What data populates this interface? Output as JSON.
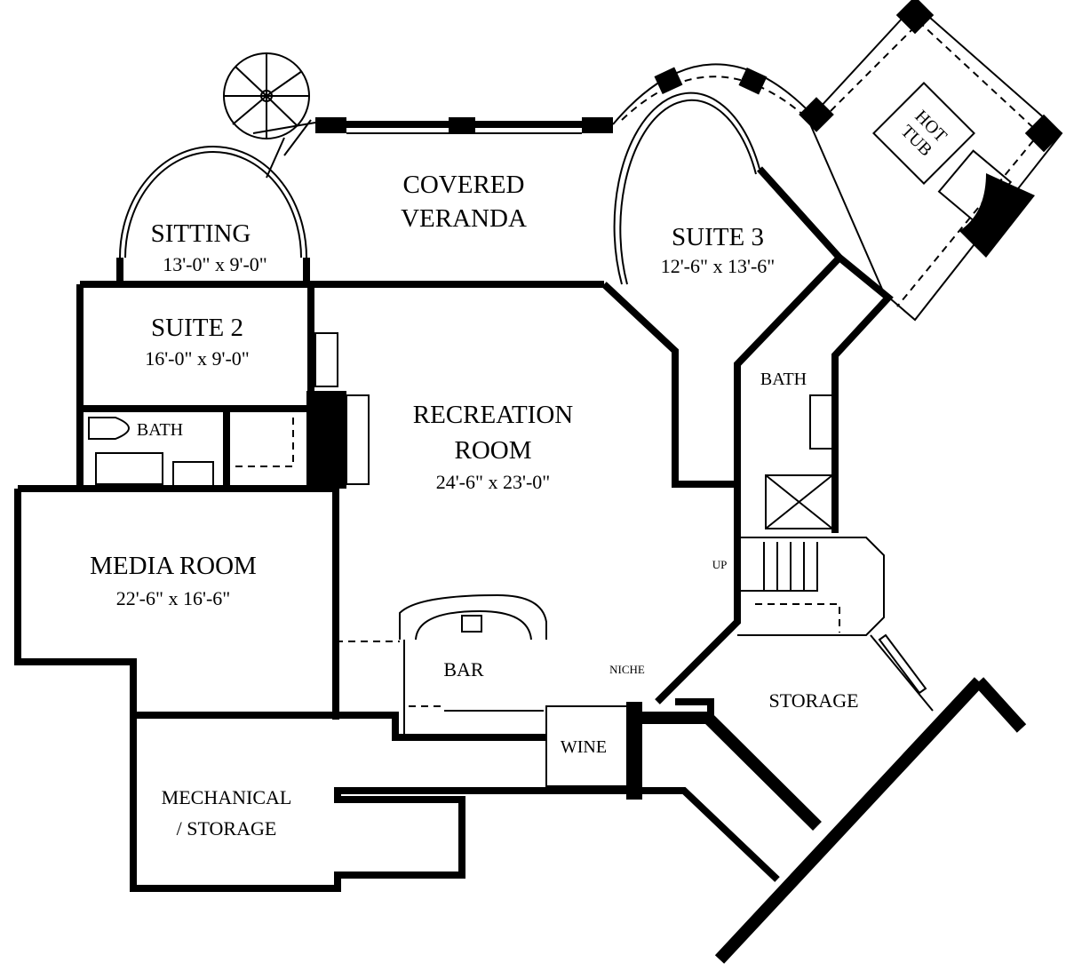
{
  "rooms": {
    "veranda": {
      "line1": "COVERED",
      "line2": "VERANDA"
    },
    "sitting": {
      "name": "SITTING",
      "size": "13'-0\" x 9'-0\""
    },
    "suite2": {
      "name": "SUITE 2",
      "size": "16'-0\" x 9'-0\""
    },
    "bath_left": {
      "name": "BATH"
    },
    "recreation": {
      "line1": "RECREATION",
      "line2": "ROOM",
      "size": "24'-6\" x 23'-0\""
    },
    "suite3": {
      "name": "SUITE 3",
      "size": "12'-6\" x 13'-6\""
    },
    "bath_right": {
      "name": "BATH"
    },
    "hot_tub": {
      "line1": "HOT",
      "line2": "TUB"
    },
    "media": {
      "name": "MEDIA ROOM",
      "size": "22'-6\" x 16'-6\""
    },
    "bar": {
      "name": "BAR"
    },
    "niche": {
      "name": "NICHE"
    },
    "stairs": {
      "label": "UP"
    },
    "storage": {
      "name": "STORAGE"
    },
    "wine": {
      "name": "WINE"
    },
    "mechanical": {
      "line1": "MECHANICAL",
      "line2": "/ STORAGE"
    }
  }
}
